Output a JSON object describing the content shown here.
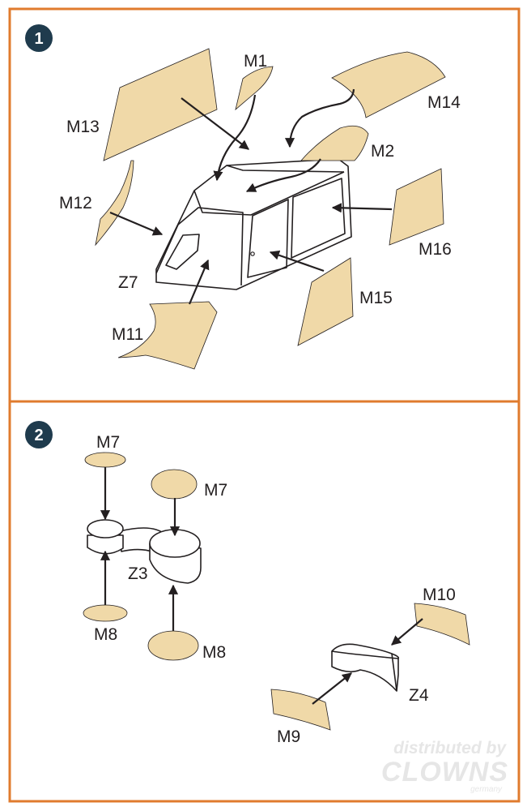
{
  "colors": {
    "frame": "#e07b2e",
    "mask_fill": "#f0d9a8",
    "line": "#231f20",
    "badge": "#1f3b4d",
    "watermark": "#e6e6e6"
  },
  "step1": {
    "number": "1",
    "labels": {
      "m1": "M1",
      "m2": "M2",
      "m11": "M11",
      "m12": "M12",
      "m13": "M13",
      "m14": "M14",
      "m15": "M15",
      "m16": "M16",
      "z7": "Z7"
    }
  },
  "step2": {
    "number": "2",
    "labels": {
      "m7_left": "M7",
      "m7_right": "M7",
      "m8_left": "M8",
      "m8_right": "M8",
      "m9": "M9",
      "m10": "M10",
      "z3": "Z3",
      "z4": "Z4"
    }
  },
  "watermark": {
    "line1": "distributed by",
    "line2": "CLOWNS",
    "line3": "germany"
  }
}
